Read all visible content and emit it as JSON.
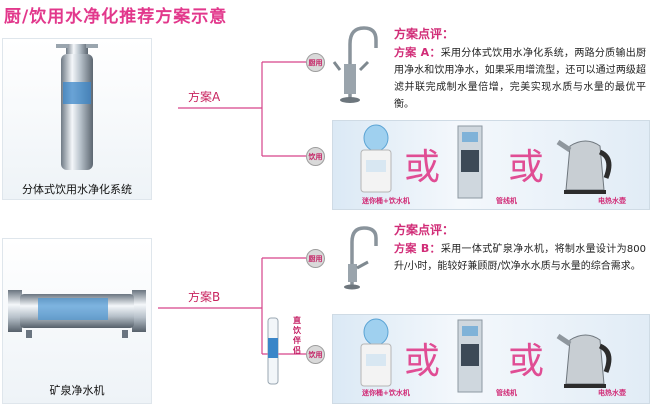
{
  "title": "厨/饮用水净化推荐方案示意",
  "products": {
    "a_label": "分体式饮用水净化系统",
    "b_label": "矿泉净水机"
  },
  "plans": {
    "a_label": "方案A",
    "b_label": "方案B"
  },
  "badges": {
    "kitchen": "厨用",
    "drink": "饮用"
  },
  "review_a": {
    "heading": "方案点评：",
    "lead": "方案 A：",
    "body": "采用分体式饮用水净化系统，两路分质输出厨用净水和饮用净水，如果采用增流型，还可以通过两级超滤并联完成制水量倍增，完美实现水质与水量的最优平衡。"
  },
  "review_b": {
    "heading": "方案点评：",
    "lead": "方案 B：",
    "body": "采用一体式矿泉净水机，将制水量设计为800升/小时，能较好兼顾厨/饮净水水质与水量的综合需求。"
  },
  "strip": {
    "or": "或",
    "cap1": "迷你桶+饮水机",
    "cap2": "管线机",
    "cap3": "电热水壶"
  },
  "filter_label": "直饮伴侣"
}
